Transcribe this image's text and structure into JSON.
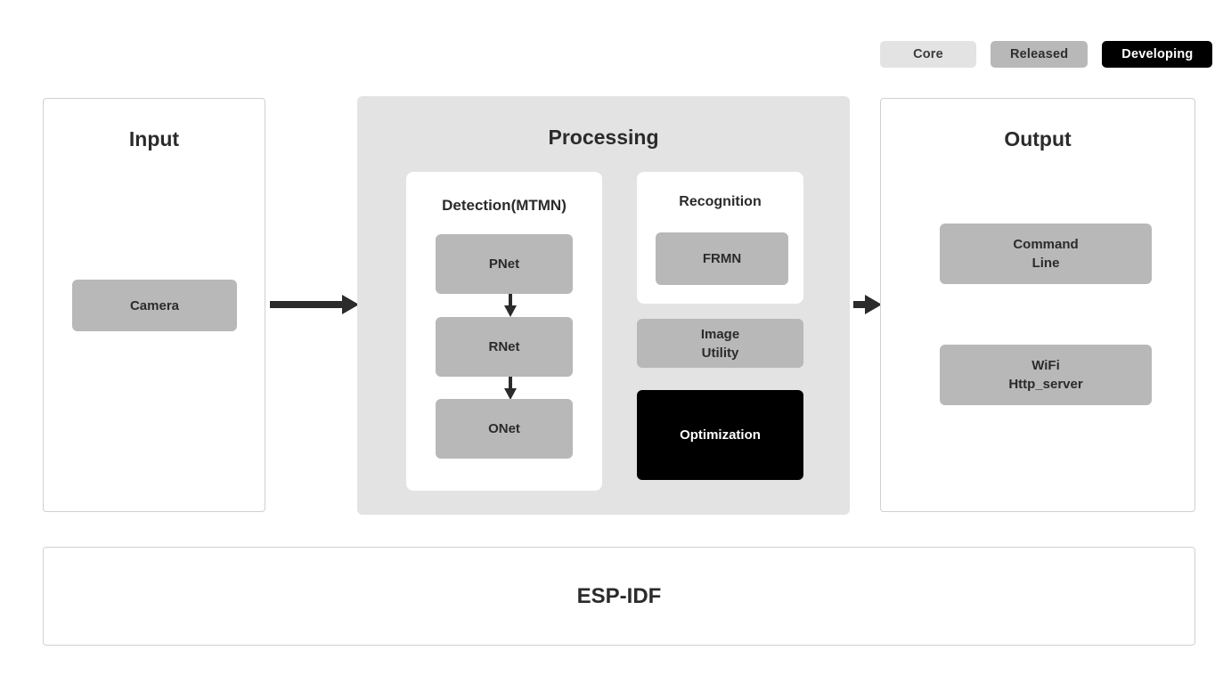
{
  "legend": {
    "items": [
      {
        "label": "Core",
        "color": "#e3e3e3"
      },
      {
        "label": "Released",
        "color": "#b8b8b8"
      },
      {
        "label": "Developing",
        "color": "#000000"
      }
    ]
  },
  "input": {
    "title": "Input",
    "nodes": [
      {
        "label": "Camera",
        "status": "Released"
      }
    ]
  },
  "processing": {
    "title": "Processing",
    "detection": {
      "title": "Detection(MTMN)",
      "nodes": [
        {
          "label": "PNet",
          "status": "Released"
        },
        {
          "label": "RNet",
          "status": "Released"
        },
        {
          "label": "ONet",
          "status": "Released"
        }
      ]
    },
    "recognition": {
      "title": "Recognition",
      "nodes": [
        {
          "label": "FRMN",
          "status": "Released"
        }
      ]
    },
    "extras": [
      {
        "label": "Image\nUtility",
        "status": "Released"
      },
      {
        "label": "Optimization",
        "status": "Developing"
      }
    ]
  },
  "output": {
    "title": "Output",
    "nodes": [
      {
        "label": "Command\nLine",
        "status": "Released"
      },
      {
        "label": "WiFi\nHttp_server",
        "status": "Released"
      }
    ]
  },
  "footer": {
    "label": "ESP-IDF"
  },
  "colors": {
    "core": "#e3e3e3",
    "released": "#b8b8b8",
    "developing": "#000000",
    "panel_border": "#d0d0d0",
    "arrow": "#2b2b2b",
    "text": "#2b2b2b"
  }
}
